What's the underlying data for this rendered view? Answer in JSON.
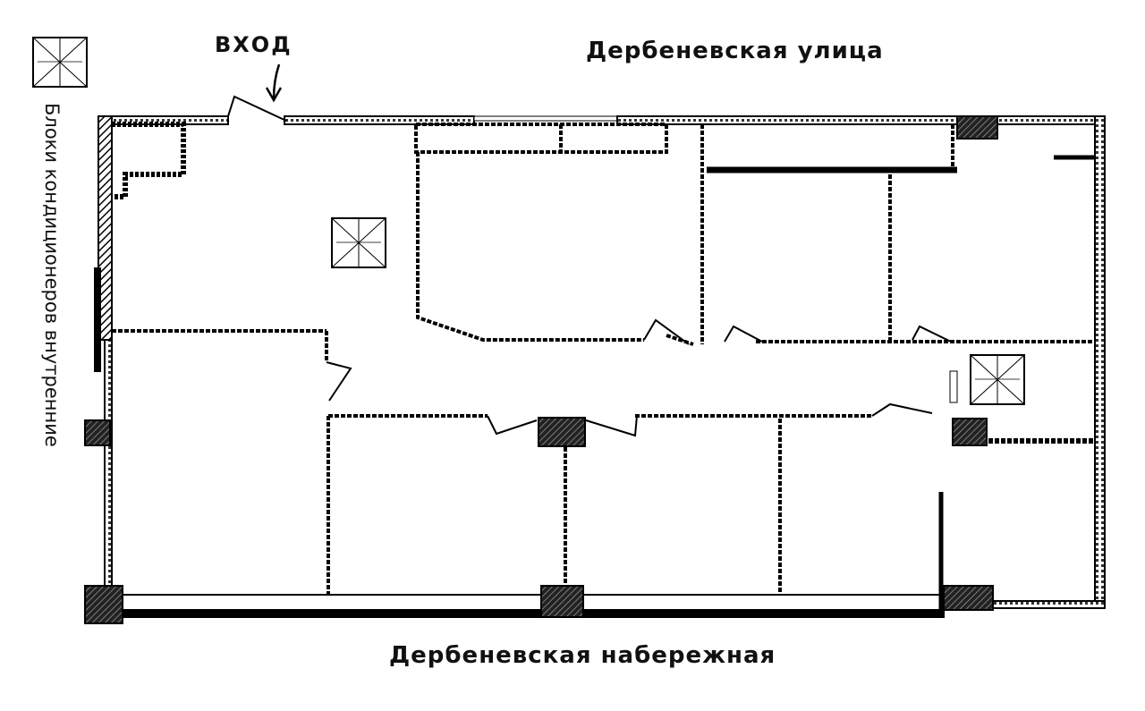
{
  "labels": {
    "entrance": "ВХОД",
    "street_top": "Дербеневская улица",
    "street_bottom": "Дербеневская набережная",
    "legend_ac": "Блоки кондиционеров внутренние"
  },
  "icons": [
    "ac-unit-icon",
    "entrance-arrow-icon",
    "door-swing-icon",
    "column-icon"
  ]
}
